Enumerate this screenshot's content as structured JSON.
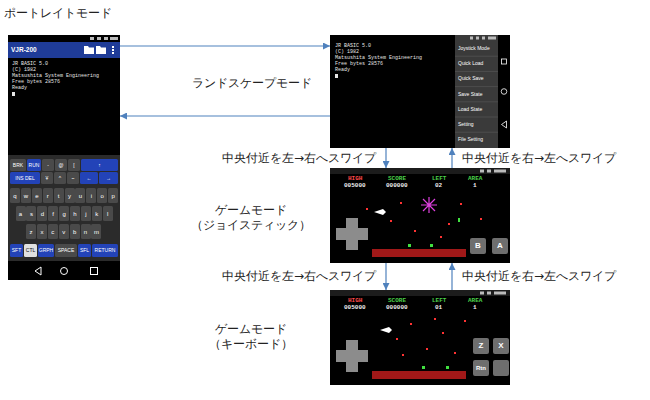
{
  "diagram": {
    "nodes": [
      {
        "text": [
          "VJR-200",
          "JR BASIC 5.0",
          "(C) 1982",
          "Matsushita System Engineering",
          "Free bytes 28576",
          "Ready",
          "BRK",
          "RUN",
          "-",
          "@",
          "[",
          "↑",
          "INS DEL",
          "¥",
          "^",
          "~",
          "←",
          "→",
          "q",
          "w",
          "e",
          "r",
          "t",
          "y",
          "u",
          "i",
          "o",
          "p",
          "a",
          "s",
          "d",
          "f",
          "g",
          "h",
          "j",
          "k",
          "l",
          "z",
          "x",
          "c",
          "v",
          "b",
          "n",
          "m",
          "SFT",
          "CTL",
          "GRPH",
          "SPACE",
          "SFL",
          "RETURN"
        ]
      },
      {
        "text": [
          "JR BASIC 5.0",
          "(C) 1982",
          "Matsushita System Engineering",
          "Free bytes 28576",
          "Ready",
          "Joystick Mode",
          "Quick Load",
          "Quick Save",
          "Save State",
          "Load State",
          "Setting",
          "File Setting"
        ]
      },
      {
        "text": [
          "HIGH",
          "005000",
          "SCORE",
          "000000",
          "LEFT",
          "02",
          "AREA",
          "1",
          "B",
          "A"
        ]
      },
      {
        "text": [
          "HIGH",
          "005000",
          "SCORE",
          "000000",
          "LEFT",
          "01",
          "AREA",
          "1",
          "Z",
          "X",
          "Rtn"
        ]
      }
    ],
    "edges": [
      {
        "from": 0,
        "to": 1,
        "arrow": "to"
      },
      {
        "from": 1,
        "to": 0,
        "arrow": "to"
      },
      {
        "from": 1,
        "to": 2,
        "label": "中央付近を左→右へスワイプ",
        "arrow": "to"
      },
      {
        "from": 2,
        "to": 1,
        "label": "中央付近を右→左へスワイプ",
        "arrow": "to"
      },
      {
        "from": 2,
        "to": 3,
        "label": "中央付近を左→右へスワイプ",
        "arrow": "to"
      },
      {
        "from": 3,
        "to": 2,
        "label": "中央付近を右→左へスワイプ",
        "arrow": "to"
      }
    ],
    "labels": [
      "ポートレイトモード",
      "ランドスケープモード",
      "ゲームモード （ジョイスティック）",
      "ゲームモード （キーボード）"
    ]
  }
}
